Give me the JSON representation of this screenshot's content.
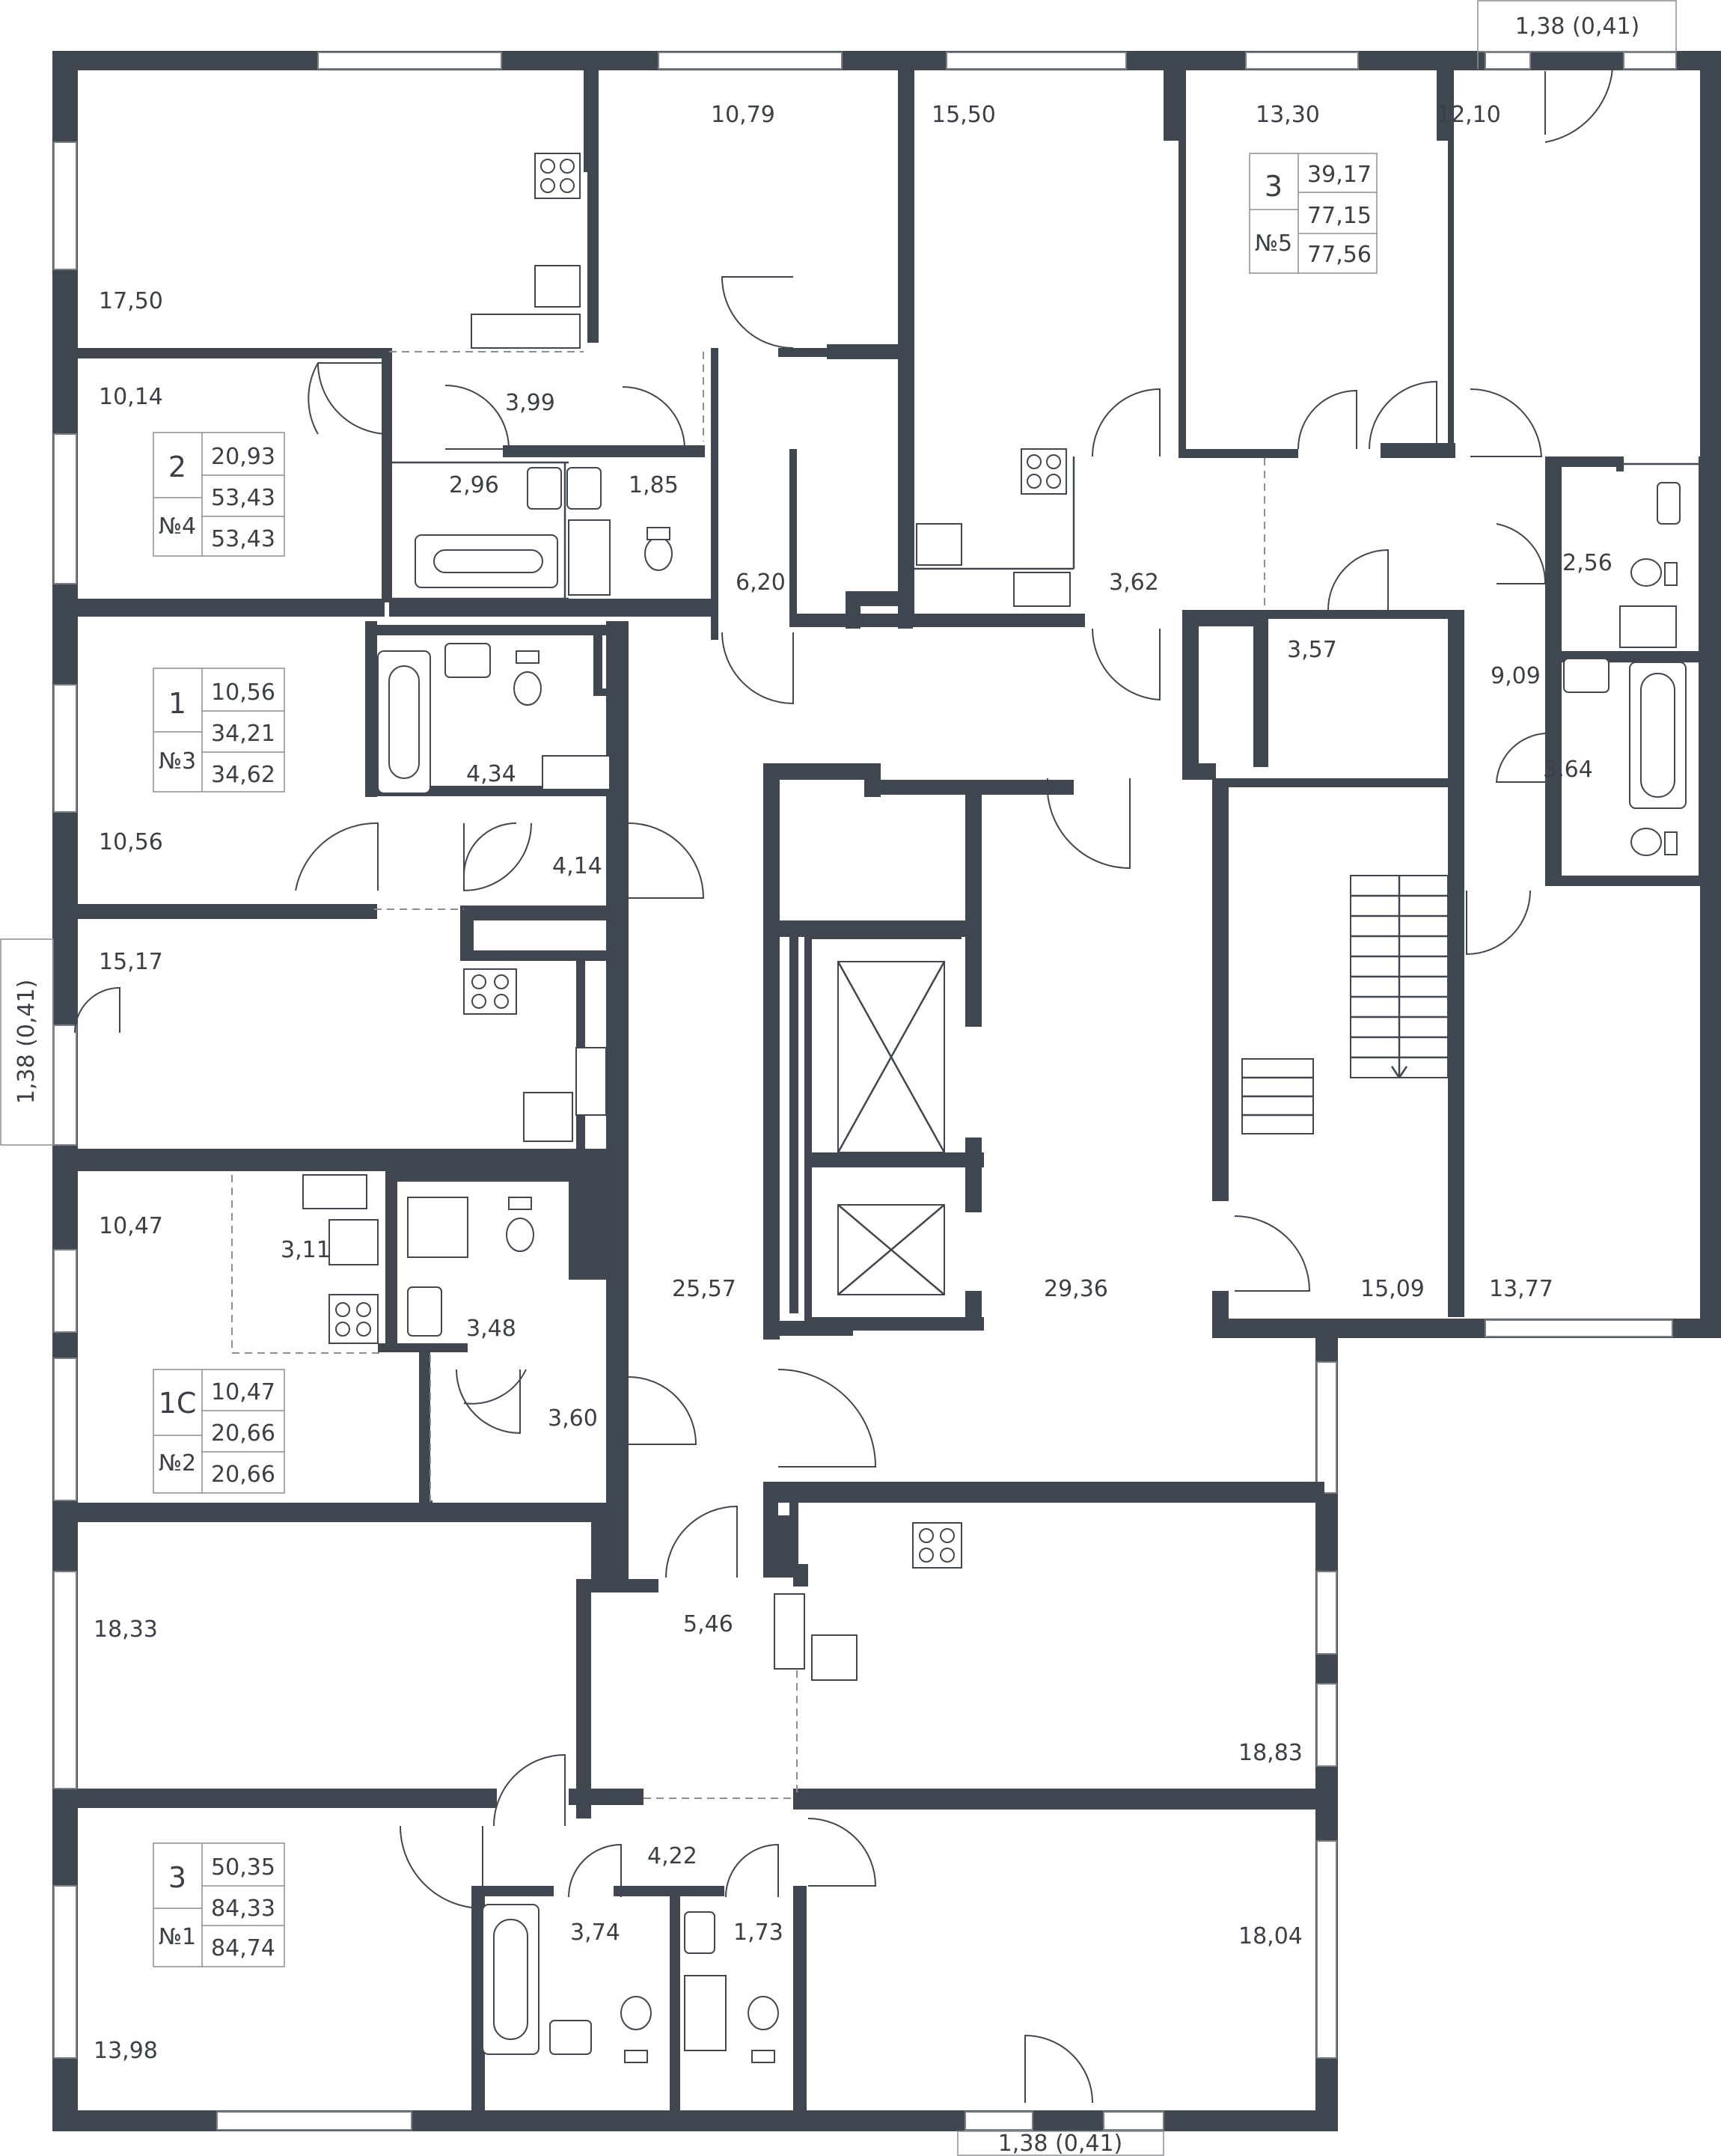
{
  "rooms": [
    {
      "id": "r-17-50",
      "area": "17,50"
    },
    {
      "id": "r-10-79",
      "area": "10,79"
    },
    {
      "id": "r-15-50",
      "area": "15,50"
    },
    {
      "id": "r-13-30",
      "area": "13,30"
    },
    {
      "id": "r-12-10",
      "area": "12,10"
    },
    {
      "id": "r-10-14",
      "area": "10,14"
    },
    {
      "id": "r-3-99",
      "area": "3,99"
    },
    {
      "id": "r-2-96",
      "area": "2,96"
    },
    {
      "id": "r-1-85",
      "area": "1,85"
    },
    {
      "id": "r-6-20",
      "area": "6,20"
    },
    {
      "id": "r-3-62",
      "area": "3,62"
    },
    {
      "id": "r-3-57",
      "area": "3,57"
    },
    {
      "id": "r-2-56",
      "area": "2,56"
    },
    {
      "id": "r-9-09",
      "area": "9,09"
    },
    {
      "id": "r-3-64",
      "area": "3,64"
    },
    {
      "id": "r-4-34",
      "area": "4,34"
    },
    {
      "id": "r-4-14",
      "area": "4,14"
    },
    {
      "id": "r-10-56",
      "area": "10,56"
    },
    {
      "id": "r-15-17",
      "area": "15,17"
    },
    {
      "id": "r-10-47",
      "area": "10,47"
    },
    {
      "id": "r-3-11",
      "area": "3,11"
    },
    {
      "id": "r-3-48",
      "area": "3,48"
    },
    {
      "id": "r-25-57",
      "area": "25,57"
    },
    {
      "id": "r-29-36",
      "area": "29,36"
    },
    {
      "id": "r-15-09",
      "area": "15,09"
    },
    {
      "id": "r-13-77",
      "area": "13,77"
    },
    {
      "id": "r-3-60",
      "area": "3,60"
    },
    {
      "id": "r-18-33",
      "area": "18,33"
    },
    {
      "id": "r-5-46",
      "area": "5,46"
    },
    {
      "id": "r-18-83",
      "area": "18,83"
    },
    {
      "id": "r-4-22",
      "area": "4,22"
    },
    {
      "id": "r-3-74",
      "area": "3,74"
    },
    {
      "id": "r-1-73",
      "area": "1,73"
    },
    {
      "id": "r-18-04",
      "area": "18,04"
    },
    {
      "id": "r-13-98",
      "area": "13,98"
    }
  ],
  "balconies": [
    {
      "id": "balcony-top",
      "label": "1,38  (0,41)"
    },
    {
      "id": "balcony-left",
      "label": "1,38  (0,41)"
    },
    {
      "id": "balcony-bottom",
      "label": "1,38  (0,41)"
    }
  ],
  "apartments": [
    {
      "id": "apt-5",
      "rooms": "3",
      "number": "№5",
      "living": "39,17",
      "total": "77,15",
      "total_with_balcony": "77,56"
    },
    {
      "id": "apt-4",
      "rooms": "2",
      "number": "№4",
      "living": "20,93",
      "total": "53,43",
      "total_with_balcony": "53,43"
    },
    {
      "id": "apt-3",
      "rooms": "1",
      "number": "№3",
      "living": "10,56",
      "total": "34,21",
      "total_with_balcony": "34,62"
    },
    {
      "id": "apt-2",
      "rooms": "1С",
      "number": "№2",
      "living": "10,47",
      "total": "20,66",
      "total_with_balcony": "20,66"
    },
    {
      "id": "apt-1",
      "rooms": "3",
      "number": "№1",
      "living": "50,35",
      "total": "84,33",
      "total_with_balcony": "84,74"
    }
  ],
  "colors": {
    "wall": "#414750",
    "text": "#3b4048",
    "window": "#7a7f86"
  }
}
